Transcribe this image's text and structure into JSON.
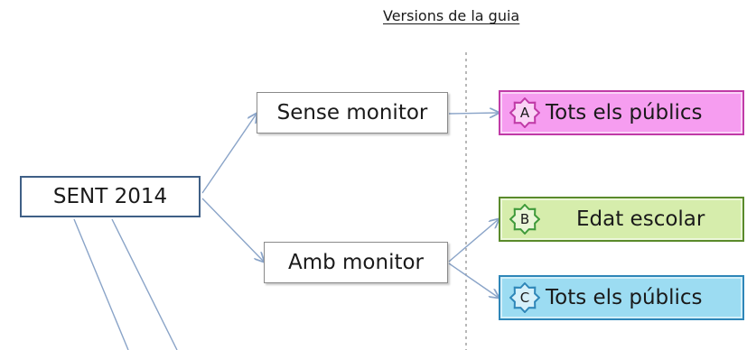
{
  "diagram": {
    "title": "Versions de la guia",
    "root_label": "SENT 2014",
    "branches": [
      {
        "label": "Sense monitor"
      },
      {
        "label": "Amb monitor"
      }
    ],
    "leaves": [
      {
        "badge": "A",
        "label": "Tots els públics",
        "color": "#f69df0",
        "border_color": "#c03aa7"
      },
      {
        "badge": "B",
        "label": "Edat escolar",
        "color": "#d6edac",
        "border_color": "#5a8a2b"
      },
      {
        "badge": "C",
        "label": "Tots els públics",
        "color": "#9cdcf2",
        "border_color": "#2e86b8"
      }
    ]
  }
}
